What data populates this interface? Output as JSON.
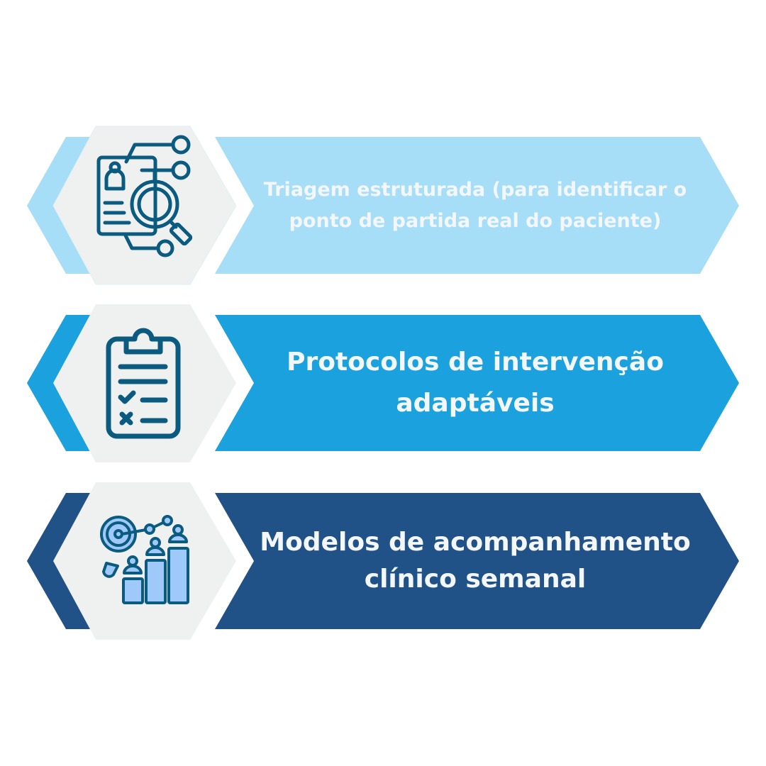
{
  "items": [
    {
      "label": "Triagem estruturada (para identificar o ponto de partida real do paciente)",
      "icon": "patient-search-icon",
      "color": "#A6DDF7"
    },
    {
      "label": "Protocolos de intervenção adaptáveis",
      "icon": "clipboard-checklist-icon",
      "color": "#1BA1DE"
    },
    {
      "label": "Modelos de acompanhamento clínico semanal",
      "icon": "growth-analytics-icon",
      "color": "#215287"
    }
  ],
  "colors": {
    "hexagon": "#EFF1F1",
    "icon_stroke": "#0B5A80",
    "icon_fill": "#9FC9F8"
  }
}
